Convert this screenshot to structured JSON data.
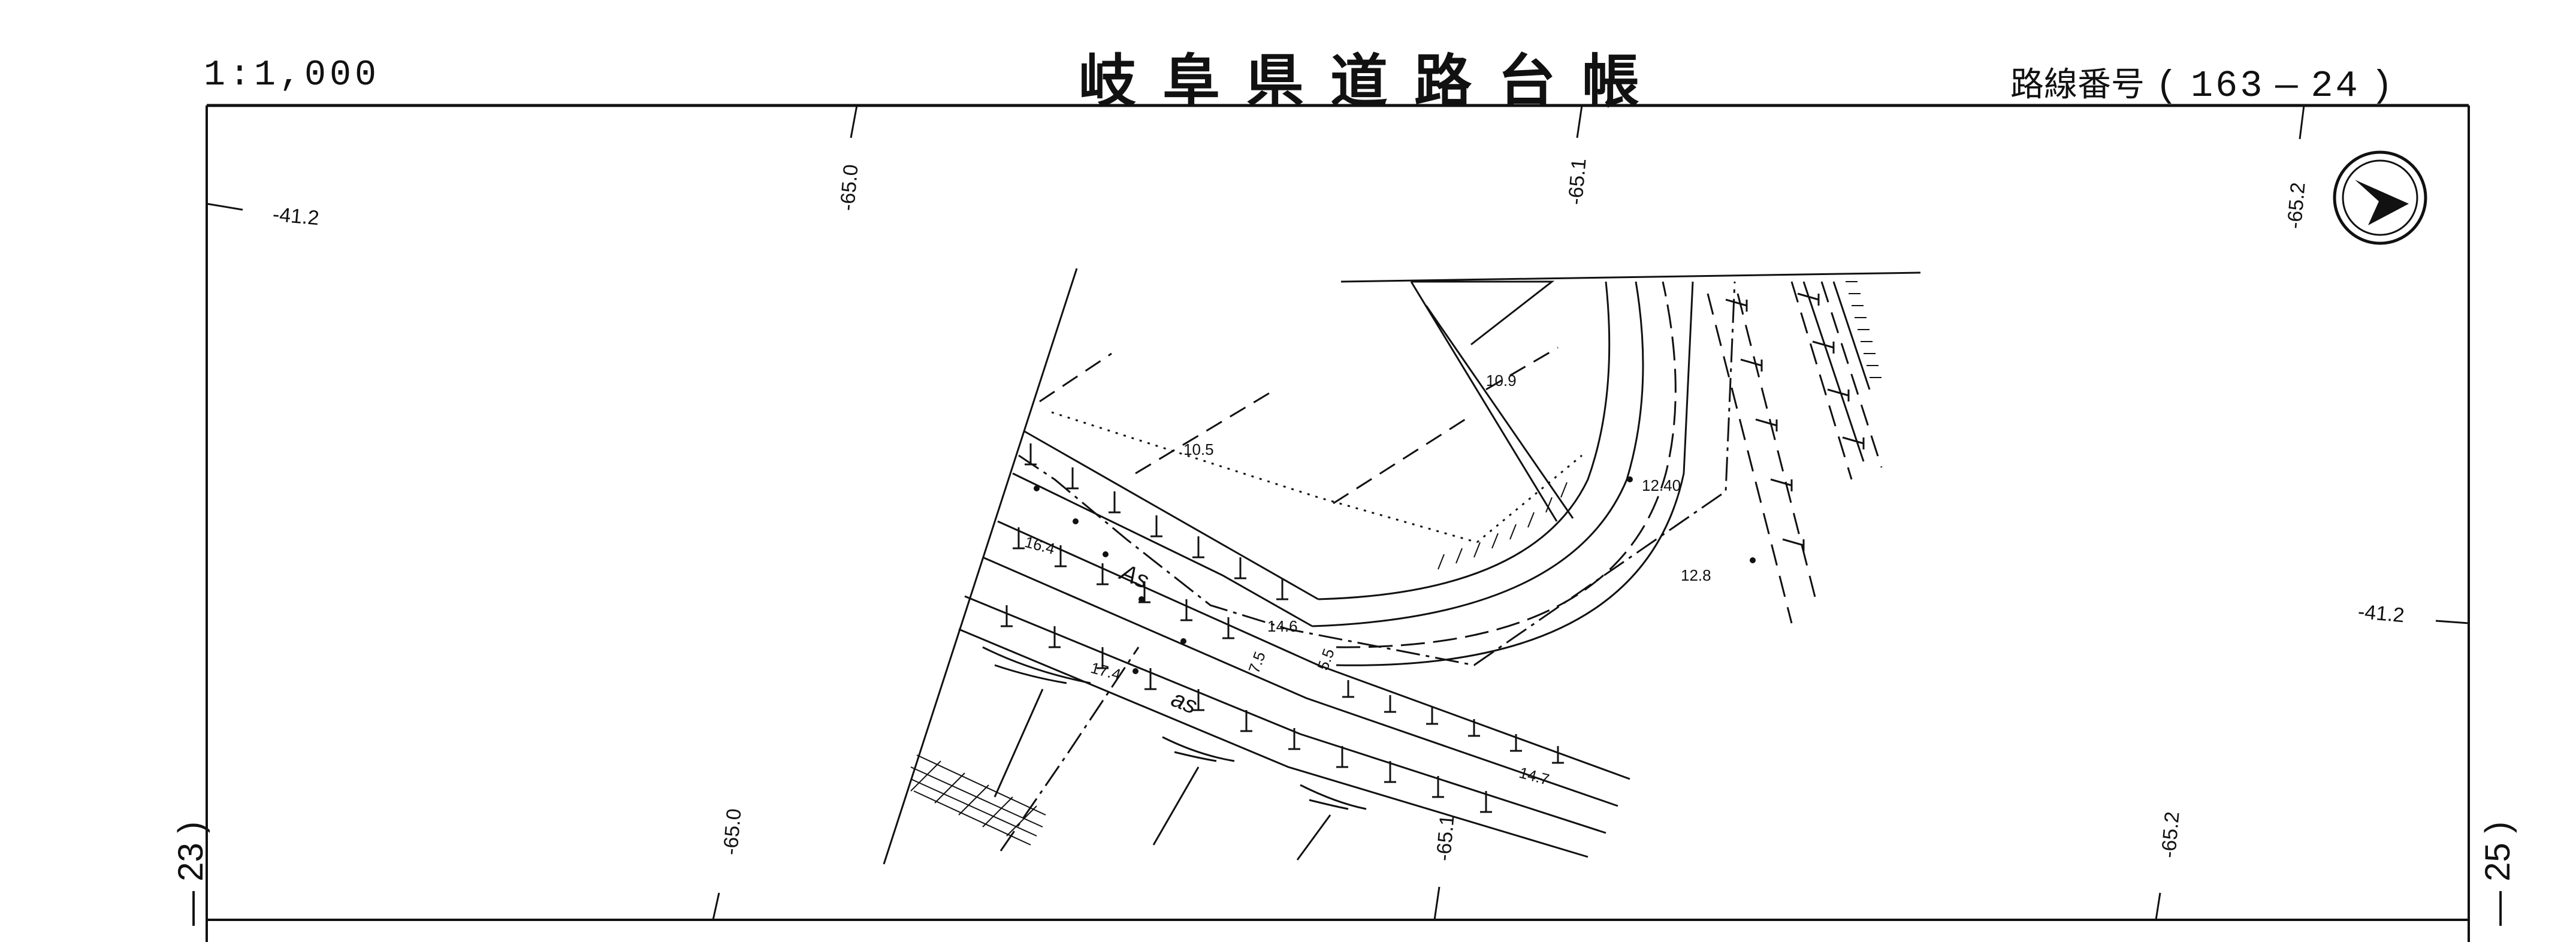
{
  "header": {
    "scale": "1:1,000",
    "title": "岐阜県道路台帳",
    "route_label": "路線番号",
    "route_open": "(",
    "route_number": "163",
    "route_dash": "—",
    "route_section": "24",
    "route_close": ")"
  },
  "sheet_refs": {
    "left": "— 23 )",
    "right": "— 25 )"
  },
  "grid_labels": {
    "top_650": "-65.0",
    "top_651": "-65.1",
    "top_652": "-65.2",
    "bottom_650": "-65.0",
    "bottom_651": "-65.1",
    "bottom_652": "-65.2",
    "left_412": "-41.2",
    "right_412": "-41.2"
  },
  "dimensions": {
    "d109": "10.9",
    "d105": "10.5",
    "d1240": "12.40",
    "d128": "12.8",
    "d164": "16.4",
    "d146": "14.6",
    "d75": "7.5",
    "d55": "5.5",
    "d174": "17.4",
    "d147": "14.7"
  },
  "surface": {
    "upper": "As",
    "lower": "as"
  },
  "north_symbol": "north-arrow-icon"
}
